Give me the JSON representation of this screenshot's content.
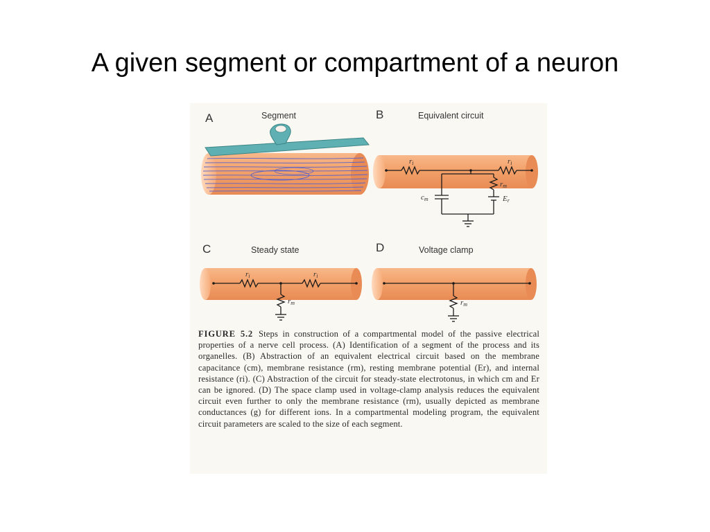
{
  "slide": {
    "title": "A given segment or compartment of a neuron"
  },
  "figure": {
    "panels": [
      {
        "letter": "A",
        "title": "Segment"
      },
      {
        "letter": "B",
        "title": "Equivalent circuit"
      },
      {
        "letter": "C",
        "title": "Steady state"
      },
      {
        "letter": "D",
        "title": "Voltage clamp"
      }
    ],
    "symbols": {
      "ri": "r",
      "ri_sub": "i",
      "rm": "r",
      "rm_sub": "m",
      "cm": "c",
      "cm_sub": "m",
      "er": "E",
      "er_sub": "r"
    },
    "caption": {
      "label": "FIGURE 5.2",
      "text": "Steps in construction of a compartmental model of the passive electrical properties of a nerve cell process. (A) Identification of a segment of the process and its organelles. (B) Abstraction of an equivalent electrical circuit based on the membrane capacitance (cm), membrane resistance (rm), resting membrane potential (Er), and internal resistance (ri). (C) Abstraction of the circuit for steady-state electrotonus, in which cm and Er can be ignored. (D) The space clamp used in voltage-clamp analysis reduces the equivalent circuit even further to only the membrane resistance (rm), usually depicted as membrane conductances (g) for different ions. In a compartmental modeling program, the equivalent circuit parameters are scaled to the size of each segment."
    },
    "colors": {
      "cylinder": "#f3a16a",
      "cylinder_edge": "#ffd6b4",
      "membrane": "#4fa4a6",
      "filament": "#5a63c8"
    }
  }
}
